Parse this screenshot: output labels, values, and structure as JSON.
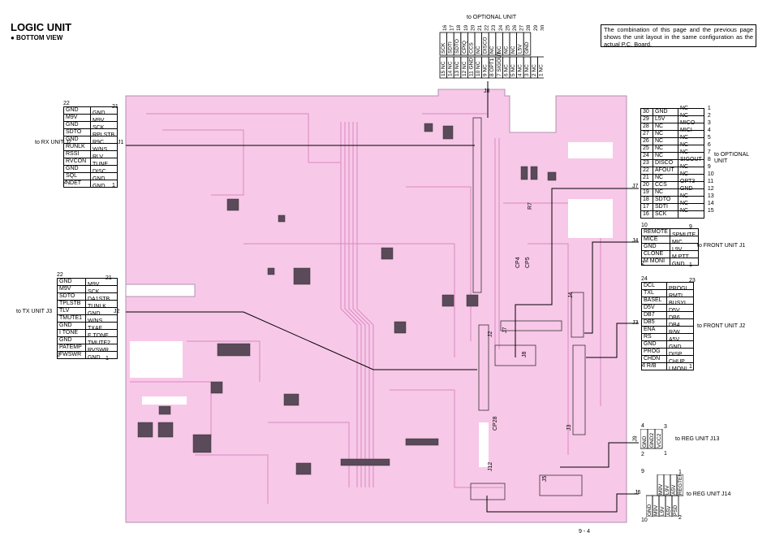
{
  "title": "LOGIC UNIT",
  "subtitle": "● BOTTOM VIEW",
  "note": "The combination of this page and the previous page shows the unit layout in the same configuration as the actual P.C. Board.",
  "page_number": "9 - 4",
  "colors": {
    "board": "#f8c8e8",
    "trace": "#d98ac0",
    "line": "#000000"
  },
  "j1": {
    "dest": "to RX UNIT J2",
    "id": "J1",
    "pin_top": "22",
    "pin_top_r": "21",
    "pin_bot": "2",
    "pin_bot_r": "1",
    "left": [
      "GND",
      "M9V",
      "GND",
      "SDTO",
      "GND",
      "RUNLK",
      "RSSI",
      "RVCON",
      "GND",
      "SQL",
      "NDET"
    ],
    "right": [
      "GND",
      "M9V",
      "SCK",
      "RPLSTB",
      "R9C",
      "W/NS",
      "RLV",
      "TUNE",
      "DISC",
      "GND",
      "GND"
    ]
  },
  "j2": {
    "dest": "to TX UNIT J3",
    "id": "J2",
    "pin_top": "22",
    "pin_top_r": "21",
    "pin_bot": "2",
    "pin_bot_r": "1",
    "left": [
      "GND",
      "M9V",
      "SDTO",
      "TPLSTB",
      "TLV",
      "TMUTE1",
      "GND",
      "I TONE",
      "GND",
      "PATEMP",
      "FWSWR"
    ],
    "right": [
      "M9V",
      "SCK",
      "DA1STB",
      "TUNLK",
      "GND",
      "W/NS",
      "TXAF",
      "E TONE",
      "TMUTE2",
      "RVSWR",
      "GND"
    ]
  },
  "j8": {
    "dest": "to OPTIONAL UNIT",
    "id": "J8",
    "top": [
      "SCK",
      "SDTI",
      "SDTO",
      "CPIQ",
      "CCS",
      "NC",
      "DISCO",
      "NC",
      "NC",
      "NC",
      "NC",
      "L5V",
      "GND"
    ],
    "top_num": [
      "16",
      "17",
      "18",
      "19",
      "20",
      "21",
      "22",
      "23",
      "24",
      "25",
      "26",
      "27",
      "28",
      "29",
      "30"
    ],
    "bottom": [
      "NC",
      "NC",
      "NC",
      "NC",
      "GND",
      "NC",
      "NC",
      "OPT1",
      "SIGOUT",
      "NC",
      "NC",
      "NC",
      "NC",
      "NC",
      "NC"
    ],
    "bottom_num": [
      "15",
      "14",
      "13",
      "12",
      "11",
      "10",
      "9",
      "8",
      "7",
      "6",
      "5",
      "4",
      "3",
      "2",
      "1"
    ]
  },
  "j7": {
    "dest": "to OPTIONAL UNIT",
    "id": "J7",
    "left_num": [
      "30",
      "29",
      "28",
      "27",
      "26",
      "25",
      "24",
      "23",
      "22",
      "21",
      "20",
      "19",
      "18",
      "17",
      "16"
    ],
    "left": [
      "GND",
      "L5V",
      "NC",
      "NC",
      "NC",
      "NC",
      "NC",
      "DISCO",
      "AFOUT",
      "NC",
      "CCS",
      "NC",
      "SDTO",
      "SDTI",
      "SCK"
    ],
    "right": [
      "NC",
      "NC",
      "MICO",
      "MICI",
      "NC",
      "NC",
      "NC",
      "SIGOUT",
      "NC",
      "NC",
      "OPT3",
      "GND",
      "NC",
      "NC",
      "NC"
    ],
    "right_num": [
      "1",
      "2",
      "3",
      "4",
      "5",
      "6",
      "7",
      "8",
      "9",
      "10",
      "11",
      "12",
      "13",
      "14",
      "15"
    ]
  },
  "j4": {
    "dest": "to FRONT UNIT J1",
    "id": "J4",
    "pin_top": "10",
    "pin_top_r": "9",
    "pin_bot": "2",
    "pin_bot_r": "1",
    "left": [
      "REMOTE",
      "MICE",
      "GND",
      "CLONE",
      "M MONI"
    ],
    "right": [
      "SPMUTE",
      "MIC",
      "L9V",
      "M PTT",
      "GND"
    ]
  },
  "j3": {
    "dest": "to FRONT UNIT J2",
    "id": "J3",
    "pin_top": "24",
    "pin_top_r": "23",
    "pin_bot": "2",
    "pin_bot_r": "1",
    "left": [
      "DCL",
      "TXL",
      "BASEL",
      "D5V",
      "DB7",
      "DB5",
      "ENA",
      "RS",
      "GND",
      "PROG",
      "CHDN",
      "I R/B"
    ],
    "right": [
      "PROGL",
      "RMTL",
      "BUSYL",
      "D5V",
      "DB6",
      "DB4",
      "R/W",
      "A5V",
      "GND",
      "DISP",
      "CHUP",
      "I MONI"
    ]
  },
  "j9": {
    "dest": "to REG UNIT J13",
    "id": "J9",
    "pin_a": "4",
    "pin_b": "3",
    "pin_c": "2",
    "pin_d": "1",
    "top": [
      "GND",
      "GND2",
      "VCC2"
    ],
    "bottom": [
      "GND",
      "VCC2"
    ]
  },
  "j6": {
    "dest": "to REG UNIT J14",
    "id": "J6",
    "pin_a": "9",
    "pin_b": "10",
    "pin_c": "1",
    "pin_d": "2",
    "top": [
      "M9V",
      "L9V",
      "A5V",
      "REGTEMP",
      "M9C"
    ],
    "bottom": [
      "GND",
      "M9V",
      "L9V",
      "A5V",
      "PSD"
    ]
  },
  "board_labels": [
    "J8",
    "J1",
    "J2",
    "J7",
    "J4",
    "J3",
    "J9",
    "J6",
    "J5",
    "J12",
    "CP4",
    "CP5",
    "CP28",
    "R7"
  ]
}
